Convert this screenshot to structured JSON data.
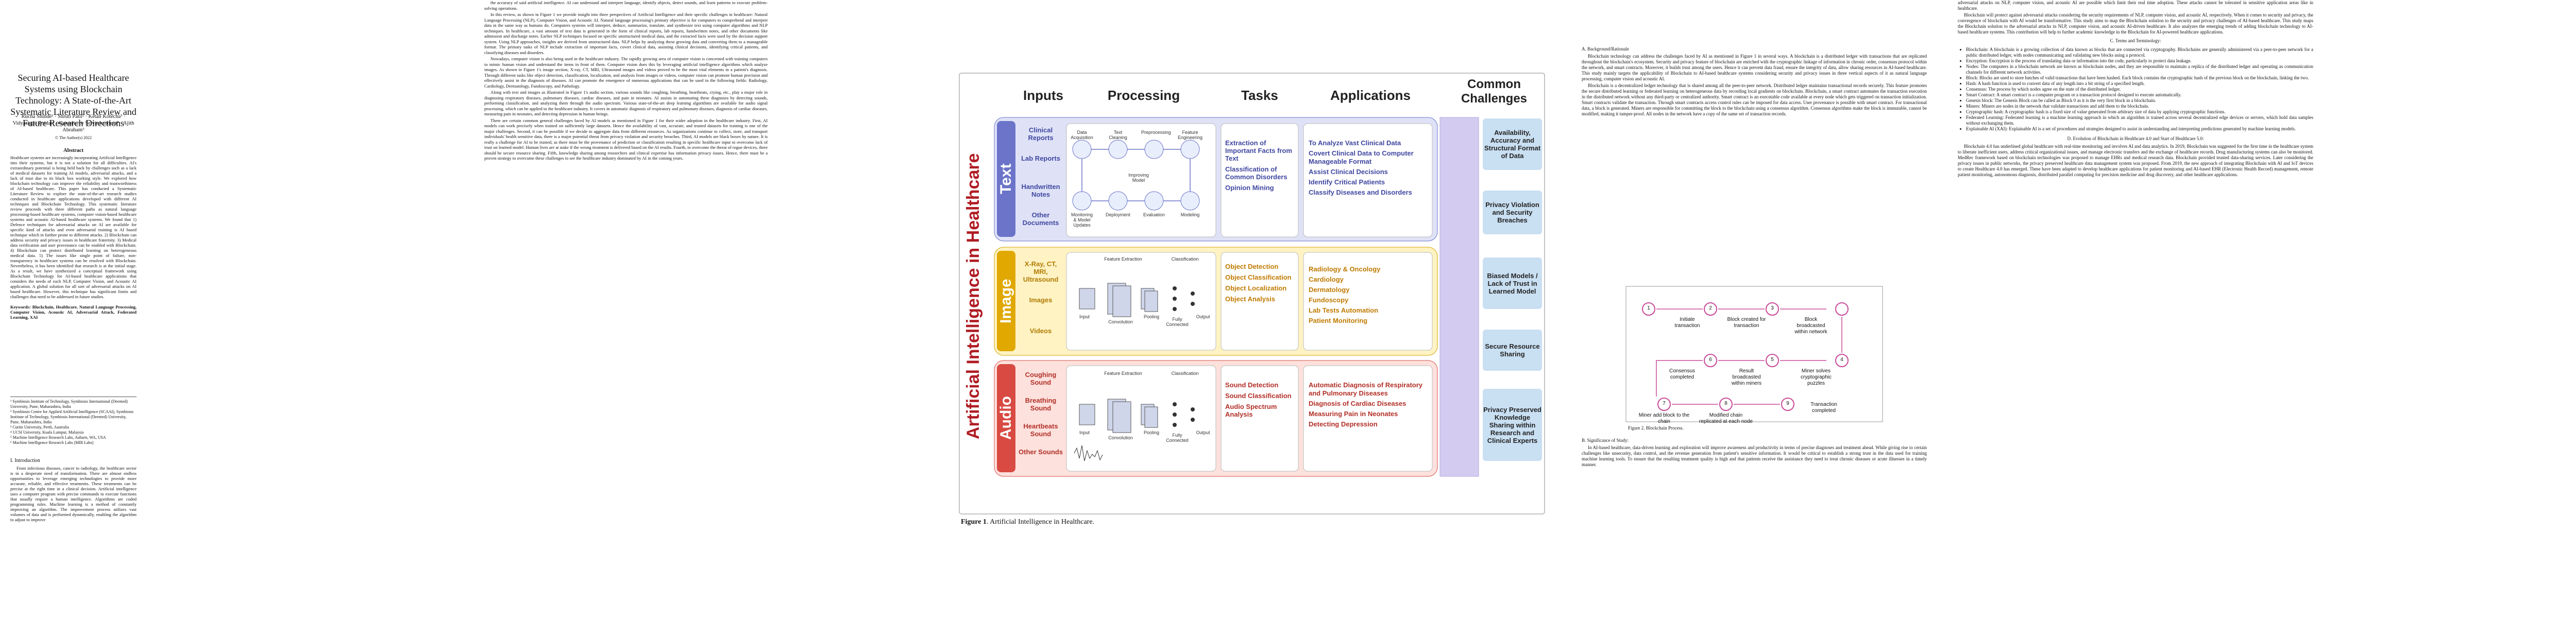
{
  "page1": {
    "title": "Securing AI-based Healthcare Systems using Blockchain Technology: A State-of-the-Art Systematic Literature Review and Future Research Directions",
    "authors": "Rucha Shinde¹ · Shruti Patil² · Ketan Kotecha³ · Vidyasagar Potdar⁴ · Ganeshsree Selvachandran⁵ · Ajith Abraham⁶",
    "copyright": "© The Author(s) 2022",
    "abstract_heading": "Abstract",
    "abstract": "Healthcare systems are increasingly incorporating Artificial Intelligence into their systems, but it is not a solution for all difficulties. AI's extraordinary potential is being held back by challenges such as a lack of medical datasets for training AI models, adversarial attacks, and a lack of trust due to its black box working style. We explored how blockchain technology can improve the reliability and trustworthiness of AI-based healthcare. This paper has conducted a Systematic Literature Review to explore the state-of-the-art research studies conducted in healthcare applications developed with different AI techniques and Blockchain Technology. This systematic literature review proceeds with three different paths as natural language processing-based healthcare systems, computer vision-based healthcare systems and acoustic AI-based healthcare systems. We found that 1) Defence techniques for adversarial attacks on AI are available for specific kind of attacks and even adversarial training is AI based technique which in further prone to different attacks. 2) Blockchain can address security and privacy issues in healthcare fraternity. 3) Medical data verification and user provenance can be enabled with Blockchain. 4) Blockchain can protect distributed learning on heterogeneous medical data. 5) The issues like single point of failure, non-transparency in healthcare systems can be resolved with Blockchain. Nevertheless, it has been identified that research is at the initial stage. As a result, we have synthesized a conceptual framework using Blockchain Technology for AI-based healthcare applications that considers the needs of each NLP, Computer Vision, and Acoustic AI application. A global solution for all sort of adversarial attacks on AI based healthcare. However, this technique has significant limits and challenges that need to be addressed in future studies.",
    "keywords": "Keywords: Blockchain, Healthcare, Natural Language Processing, Computer Vision, Acoustic AI, Adversarial Attack, Federated Learning, XAI",
    "footnotes": [
      "¹ Symbiosis Institute of Technology, Symbiosis International (Deemed) University, Pune, Maharashtra, India",
      "² Symbiosis Centre for Applied Artificial Intelligence (SCAAI), Symbiosis Institute of Technology, Symbiosis International (Deemed) University, Pune, Maharashtra, India",
      "³ Curtin University, Perth, Australia",
      "⁴ UCSI University, Kuala Lumpur, Malaysia",
      "⁵ Machine Intelligence Research Labs, Auburn, WA, USA",
      "⁶ Machine Intelligence Research Labs (MIR Labs)"
    ],
    "intro_heading": "I.     Introduction",
    "intro": "From infectious diseases, cancer to radiology, the healthcare sector is in a desperate need of transformation. There are almost endless opportunities to leverage emerging technologies to provide more accurate, reliable, and effective treatments. These treatments can be precise at the right time in a clinical decision. Artificial intelligence uses a computer program with precise commands to execute functions that usually require a human intelligence. Algorithms are coded programming rules. Machine learning is a method of constantly improving an algorithm. The improvement process utilizes vast volumes of data and is performed dynamically, enabling the algorithm to adjust to improve"
  },
  "page2": {
    "col1": [
      "the accuracy of said artificial intelligence. AI can understand and interpret language, identify objects, detect sounds, and learn patterns to execute problem-solving operations.",
      "In this review, as shown in Figure 1 we provide insight into three perspectives of Artificial Intelligence and their specific challenges in healthcare: Natural Language Processing (NLP), Computer Vision, and Acoustic AI. Natural language processing's primary objective is for computers to comprehend and interpret data in the same way as humans do. Computers systems will interpret, deduce, summarize, translate, and synthesize text using computer algorithms and NLP techniques. In healthcare, a vast amount of text data is generated in the form of clinical reports, lab reports, handwritten notes, and other documents like admission and discharge notes. Earlier NLP techniques focused on specific unstructured medical data, and the extracted facts were used by the decision support system. Using NLP approaches, insights are derived from unstructured data. NLP helps by analyzing these growing data and converting them to a manageable format. The primary tasks of NLP include extraction of important facts, covert clinical data, assisting clinical decisions, identifying critical patients, and classifying diseases and disorders.",
      "Nowadays, computer vision is also being used in the healthcare industry. The rapidly growing area of computer vision is concerned with training computers to mimic human vision and understand the items in front of them. Computer vision does this by leveraging artificial intelligence algorithms which analyze images. As shown in Figure 1's image section, X-ray, CT, MRI, Ultrasound images and videos proved to be the most vital elements in a patient's diagnosis. Through different tasks like object detection, classification, localization, and analysis from images or videos, computer vision can promote human precision and effectively assist in the diagnosis of diseases. AI can promote the emergence of numerous applications that can be used in the following fields: Radiology, Cardiology, Dermatology, Fundoscopy, and Pathology.",
      "Along with text and images as illustrated in Figure 1's audio section, various sounds like coughing, breathing, heartbeats, crying, etc., play a major role in diagnosing respiratory diseases, pulmonary diseases, cardiac diseases, and pain in neonates. AI assists in automating these diagnoses by detecting sounds, performing classification, and analyzing them through the audio spectrum. Various state-of-the-art deep learning algorithms are available for audio signal processing, which can be applied to the healthcare industry. It covers in automatic diagnosis of respiratory and pulmonary diseases, diagnosis of cardiac diseases, measuring pain in neonates, and detecting depression in human beings.",
      "There are certain common general challenges faced by AI models as mentioned in Figure 1 for their wider adoption in the healthcare industry. First, AI models can work precisely when trained on sufficiently large datasets. Hence the availability of vast, accurate, and trusted datasets for training is one of the major challenges. Second, it can be possible if we decide to aggregate data from different resources. As organizations continue to collect, store, and transport individuals' health sensitive data, there is a major potential threat from privacy violation and security breaches. Third, AI models are black boxes by nature. It is really a challenge for AI to be trusted, as there must be the provenance of prediction or classification resulting in specific healthcare input to overcome lack of trust on learned model. Human lives are at stake if the wrong treatment is delivered based on the AI results. Fourth, to overcome the threat of rogue devices, there should be secure resource sharing. Fifth, knowledge sharing among researchers and clinical expertise has information privacy issues. Hence, there must be a proven strategy to overcome these challenges to see the healthcare industry dominated by AI in the coming years."
    ],
    "figure": {
      "headers": [
        "Inputs",
        "Processing",
        "Tasks",
        "Applications",
        "Common Challenges"
      ],
      "vertical_title": "Artificial Intelligence in Healthcare",
      "rows": [
        {
          "tag": "Text",
          "inputs": [
            "Clinical Reports",
            "Lab Reports",
            "Handwritten Notes",
            "Other Documents"
          ],
          "processing": [
            "Data Acquisition",
            "Text Cleaning",
            "Preprocessing",
            "Feature Engineering",
            "Monitoring & Model Updates",
            "Deployment",
            "Evaluation",
            "Modeling",
            "Improving Model"
          ],
          "tasks": [
            "Extraction of Important Facts from Text",
            "Classification of Common Disorders",
            "Opinion Mining"
          ],
          "applications": [
            "To Analyze Vast Clinical Data",
            "Covert Clinical Data to Computer Manageable Format",
            "Assist Clinical Decisions",
            "Identify Critical Patients",
            "Classify Diseases and Disorders"
          ]
        },
        {
          "tag": "Image",
          "inputs": [
            "X-Ray, CT, MRI, Ultrasound",
            "Images",
            "Videos"
          ],
          "processing": [
            "Feature Extraction",
            "Classification",
            "Input",
            "Convolution",
            "Pooling",
            "Fully Connected",
            "Output"
          ],
          "tasks": [
            "Object Detection",
            "Object Classification",
            "Object Localization",
            "Object Analysis"
          ],
          "applications": [
            "Radiology & Oncology",
            "Cardiology",
            "Dermatology",
            "Fundoscopy",
            "Lab Tests Automation",
            "Patient Monitoring"
          ]
        },
        {
          "tag": "Audio",
          "inputs": [
            "Coughing Sound",
            "Breathing Sound",
            "Heartbeats Sound",
            "Other Sounds"
          ],
          "processing": [
            "Feature Extraction",
            "Classification",
            "Input",
            "Convolution",
            "Pooling",
            "Fully Connected",
            "Output"
          ],
          "tasks": [
            "Sound Detection",
            "Sound Classification",
            "Audio Spectrum Analysis"
          ],
          "applications": [
            "Automatic Diagnosis of Respiratory and Pulmonary Diseases",
            "Diagnosis of Cardiac Diseases",
            "Measuring Pain in Neonates",
            "Detecting Depression"
          ]
        }
      ],
      "challenges": [
        "Availability, Accuracy and Structural Format of Data",
        "Privacy Violation and Security Breaches",
        "Biased Models / Lack of Trust in Learned Model",
        "Secure Resource Sharing",
        "Privacy Preserved Knowledge Sharing within Research and Clinical Experts"
      ],
      "caption_label": "Figure 1",
      "caption_text": ". Artificial Intelligence in Healthcare."
    },
    "col3": {
      "subsec_a": "A.        Background/Rationale",
      "bg": [
        "Blockchain technology can address the challenges faced by AI as mentioned in Figure 1 in several ways. A blockchain is a distributed ledger with transactions that are replicated throughout the blockchain's ecosystem. Security and privacy feature of blockchain are enriched with the cryptographic linkage of information in chronic order, consensus protocol within the network, and smart contracts. Moreover, it builds trust among the users. Hence it can prevent data fraud, ensure the integrity of data, allow sharing resources in AI-based healthcare. This study mainly targets the applicability of Blockchain to AI-based healthcare systems considering security and privacy issues in three vertical aspects of it as natural language processing, computer vision and acoustic AI.",
        "Blockchain is a decentralized ledger technology that is shared among all the peer-to-peer network. Distributed ledger maintains transactional records securely. This feature promotes the secure distributed learning or federated learning on heterogeneous data by recording local gradients on blockchain. Blockchain, a smart contract automates the transaction execution in the distributed network without any third-party or centralized authority. Smart contract is an executable code available at every node which gets triggered on transaction initialization. Smart contracts validate the transaction. Through smart contracts access control rules can be imposed for data access. User provenance is possible with smart contract. For transactional data, a block is generated. Miners are responsible for committing the block to the blockchain using a consensus algorithm. Consensus algorithms make the block is immutable, cannot be modified, making it tamper-proof. All nodes in the network have a copy of the same set of transaction records."
      ],
      "fig2": {
        "nodes": [
          "Initiate transaction",
          "Block created for transaction",
          "Block broadcasted within network",
          "Miner solves cryptographic puzzles",
          "Result broadcasted within miners",
          "Consensus completed",
          "Miner add block to the chain",
          "Modified chain replicated at each node",
          "Transaction completed"
        ],
        "nums": [
          "1",
          "2",
          "3",
          "4",
          "5",
          "6",
          "7",
          "8",
          "9"
        ],
        "caption": "Figure 2. Blockchain Process."
      },
      "subsec_b": "B.        Significance of Study:",
      "sig": "In AI-based healthcare, data-driven learning and exploration will improve awareness and productivity in terms of precise diagnoses and treatment ahead. While giving rise to certain challenges like unsecurity, data control, and the revenue generation from patient's sensitive information. It would be critical to establish a strong trust in the data used for training machine learning tools. To ensure that the resulting treatment quality is high and that patients receive the assistance they need to treat chronic diseases or acute illnesses in a timely manner."
    },
    "col4": {
      "intro": "adversarial attacks on NLP, computer vision, and acoustic AI are possible which limit their real time adoption. These attacks cannot be tolerated in sensitive application areas like in healthcare.",
      "intro2": "Blockchain will protect against adversarial attacks considering the security requirements of NLP, computer vision, and acoustic AI, respectively. When it comes to security and privacy, the convergence of blockchain with AI would be transformative. This study aims to map the Blockchain solution to the security and privacy challenges of AI-based healthcare. This study maps the Blockchain solution to the adversarial attacks in NLP, computer vision, and acoustic AI-driven healthcare. It also analyzes the emerging trends of adding blockchain technology to AI-based healthcare systems. This contribution will help to further academic knowledge in the Blockchain for AI-powered healthcare applications.",
      "subsec_c": "C.       Terms and Terminology:",
      "terms": [
        "Blockchain: A blockchain is a growing collection of data known as blocks that are connected via cryptography. Blockchains are generally administered via a peer-to-peer network for a public distributed ledger, with nodes communicating and validating new blocks using a protocol.",
        "Encryption: Encryption is the process of translating data or information into the code, particularly to protect data leakage.",
        "Nodes: The computers in a blockchain network are known as blockchain nodes, and they are responsible to maintain a replica of the distributed ledger and operating as communication channels for different network activities.",
        "Block: Blocks are used to store batches of valid transactions that have been hashed. Each block contains the cryptographic hash of the previous block on the blockchain, linking the two.",
        "Hash: A hash function is used to convert data of any length into a bit string of a specified length.",
        "Consensus: The process by which nodes agree on the state of the distributed ledger.",
        "Smart Contract: A smart contract is a computer program or a transaction protocol designed to execute automatically.",
        "Genesis block: The Genesis Block can be called as Block 0 as it is the very first block in a blockchain.",
        "Miners: Miners are nodes in the network that validate transactions and add them to the blockchain.",
        "Cryptographic hash: A cryptographic hash is a fixed size of value generated from arbitrary size of data by applying cryptographic functions.",
        "Federated Learning: Federated learning is a machine learning approach in which an algorithm is trained across several decentralized edge devices or servers, which hold data samples without exchanging them.",
        "Explainable AI (XAI): Explainable AI is a set of procedures and strategies designed to assist in understanding and interpreting predictions generated by machine learning models."
      ],
      "subsec_d": "D.       Evolution of Blockchain in Healthcare 4.0 and Start of Healthcare 5.0:",
      "evol": "Blockchain 4.0 has underlined global healthcare with real-time monitoring and involves AI and data analytics. In 2019, Blockchain was suggested for the first time in the healthcare system to liberate inefficient users, address critical organizational issues, and manage electronic transfers and the exchange of healthcare records. Drug manufacturing systems can also be monitored. MedRec framework based on blockchain technologies was proposed to manage EHRs and medical research data. Blockchain provided trusted data-sharing services. Later considering the privacy issues in public networks, the privacy preserved healthcare data management system was proposed. From 2019, the new approach of integrating Blockchain with AI and IoT devices to create Healthcare 4.0 has emerged. These have been adapted to develop healthcare applications for patient monitoring and AI-based EHR (Electronic Health Record) management, remote patient monitoring, autonomous diagnosis, distributed parallel computing for precision medicine and drug discovery, and other healthcare applications."
    }
  }
}
